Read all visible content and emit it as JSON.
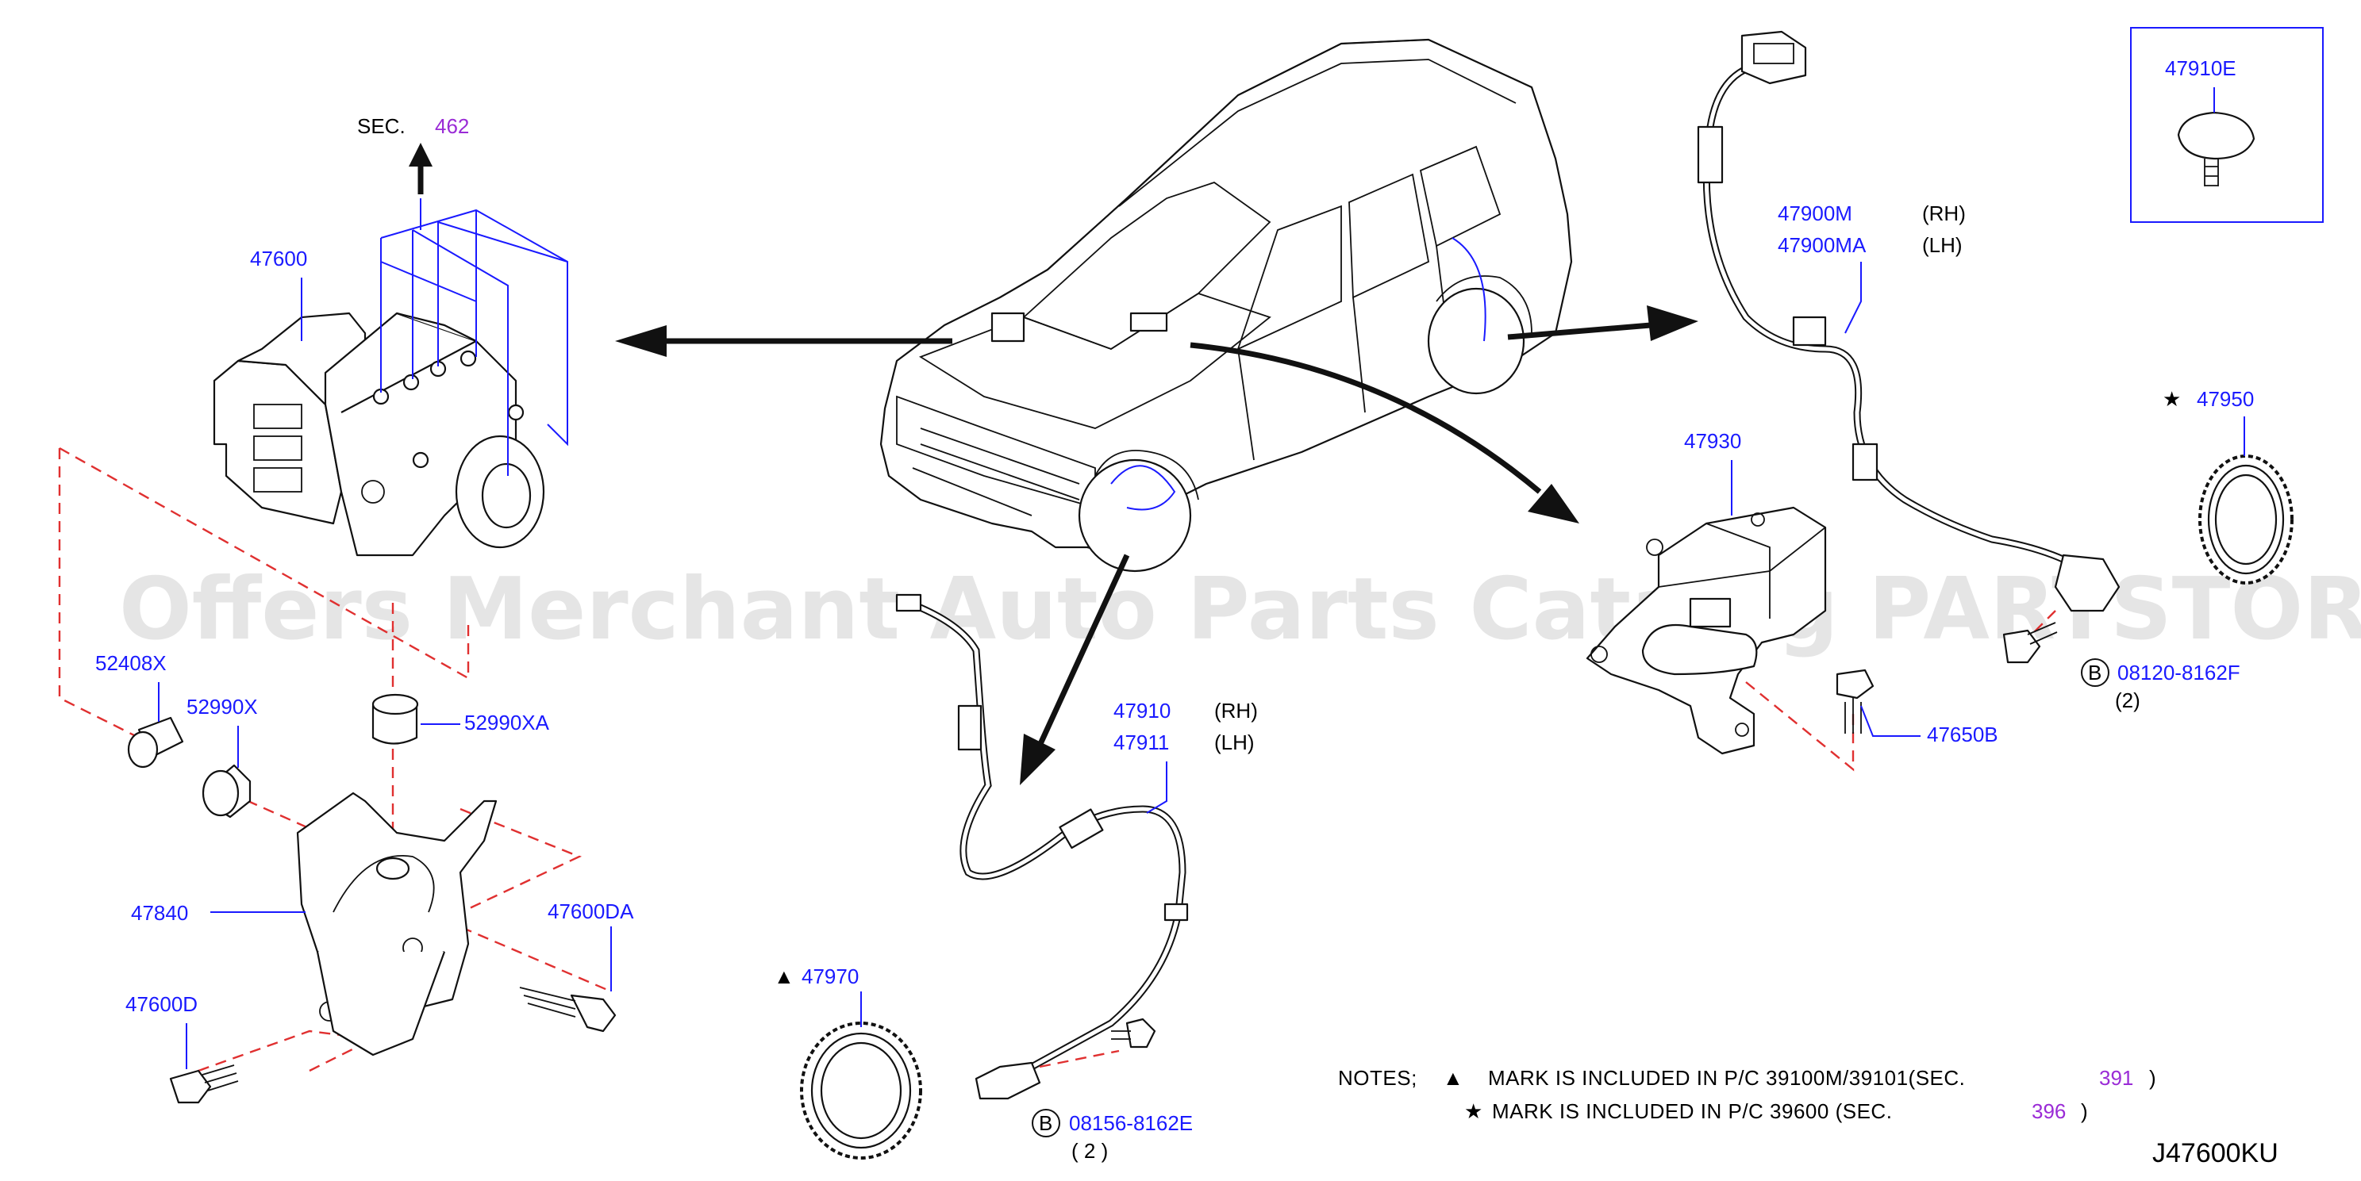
{
  "diagram": {
    "code": "J47600KU",
    "watermark": "Offers Merchant Auto Parts Catalog PARTSTORE.SA",
    "section_ref": {
      "prefix": "SEC.",
      "number": "462"
    },
    "parts": {
      "p47600": "47600",
      "p52408X": "52408X",
      "p52990X": "52990X",
      "p52990XA": "52990XA",
      "p47840": "47840",
      "p47600DA": "47600DA",
      "p47600D": "47600D",
      "p47970": "47970",
      "p47910": "47910",
      "p47911": "47911",
      "p08156": "08156-8162E",
      "p47930": "47930",
      "p47650B": "47650B",
      "p47900M": "47900M",
      "p47900MA": "47900MA",
      "p47950": "47950",
      "p08120": "08120-8162F",
      "p47910E": "47910E"
    },
    "side": {
      "rh": "(RH)",
      "lh": "(LH)"
    },
    "qty": {
      "q2a": "( 2 )",
      "q2b": "(2)"
    },
    "markers": {
      "bolt_b": "B",
      "triangle": "▲",
      "star": "★"
    },
    "notes": {
      "prefix": "NOTES;",
      "line1_text": "MARK  IS  INCLUDED  IN  P/C  39100M/39101(SEC.",
      "line1_sec": "391",
      "line1_close": ")",
      "line2_text": "MARK  IS  INCLUDED  IN  P/C  39600  (SEC.",
      "line2_sec": "396",
      "line2_close": ")"
    }
  }
}
